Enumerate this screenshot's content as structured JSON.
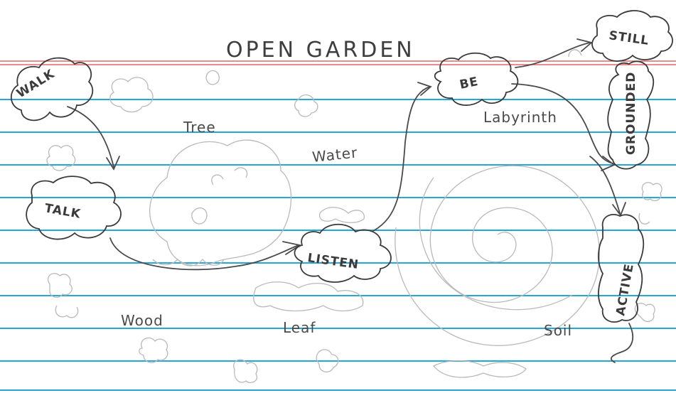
{
  "title": "OPEN GARDEN",
  "nodes": {
    "walk": "WALK",
    "talk": "TALK",
    "listen": "LISTEN",
    "be": "BE",
    "still": "STILL",
    "grounded": "GROUNDED",
    "active": "ACTIVE"
  },
  "areas": {
    "tree": "Tree",
    "water": "Water",
    "labyrinth": "Labyrinth",
    "wood": "Wood",
    "leaf": "Leaf",
    "soil": "Soil"
  },
  "colors": {
    "paper": "#ffffff",
    "rule_blue": "#27a7d8",
    "margin_red": "#e06666",
    "pencil_dark": "#3a3a3a",
    "pencil_light": "#b5b5b5"
  }
}
